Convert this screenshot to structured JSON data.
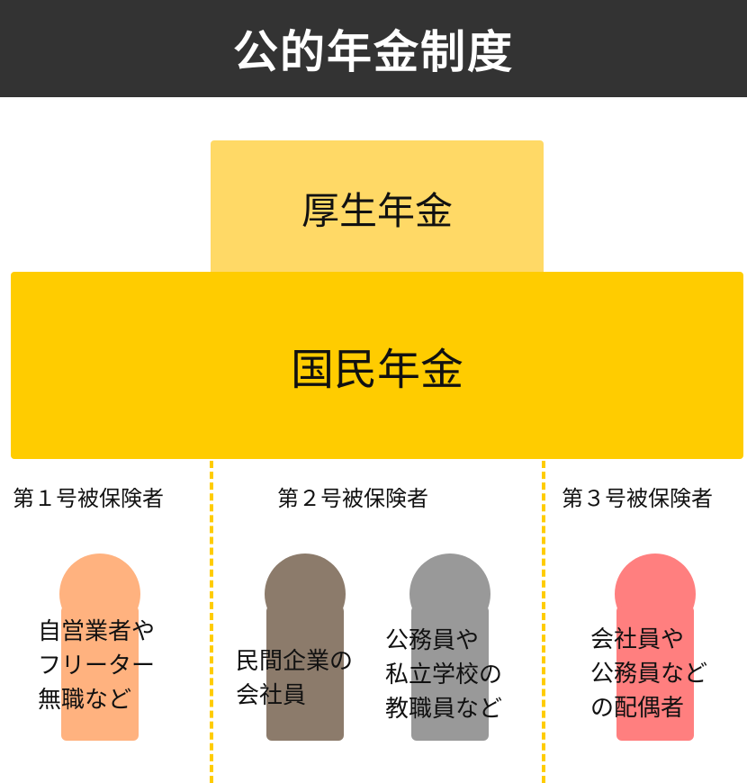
{
  "title": "公的年金制度",
  "tiers": {
    "upper": "厚生年金",
    "lower": "国民年金"
  },
  "categories": [
    {
      "label": "第１号被保険者"
    },
    {
      "label": "第２号被保険者"
    },
    {
      "label": "第３号被保険者"
    }
  ],
  "persons": [
    {
      "text": "自営業者や\nフリーター\n無職など",
      "color": "#ffb27f"
    },
    {
      "text": "民間企業の\n会社員",
      "color": "#8c7b6b"
    },
    {
      "text": "公務員や\n私立学校の\n教職員など",
      "color": "#999999"
    },
    {
      "text": "会社員や\n公務員など\nの配偶者",
      "color": "#ff7f7f"
    }
  ]
}
